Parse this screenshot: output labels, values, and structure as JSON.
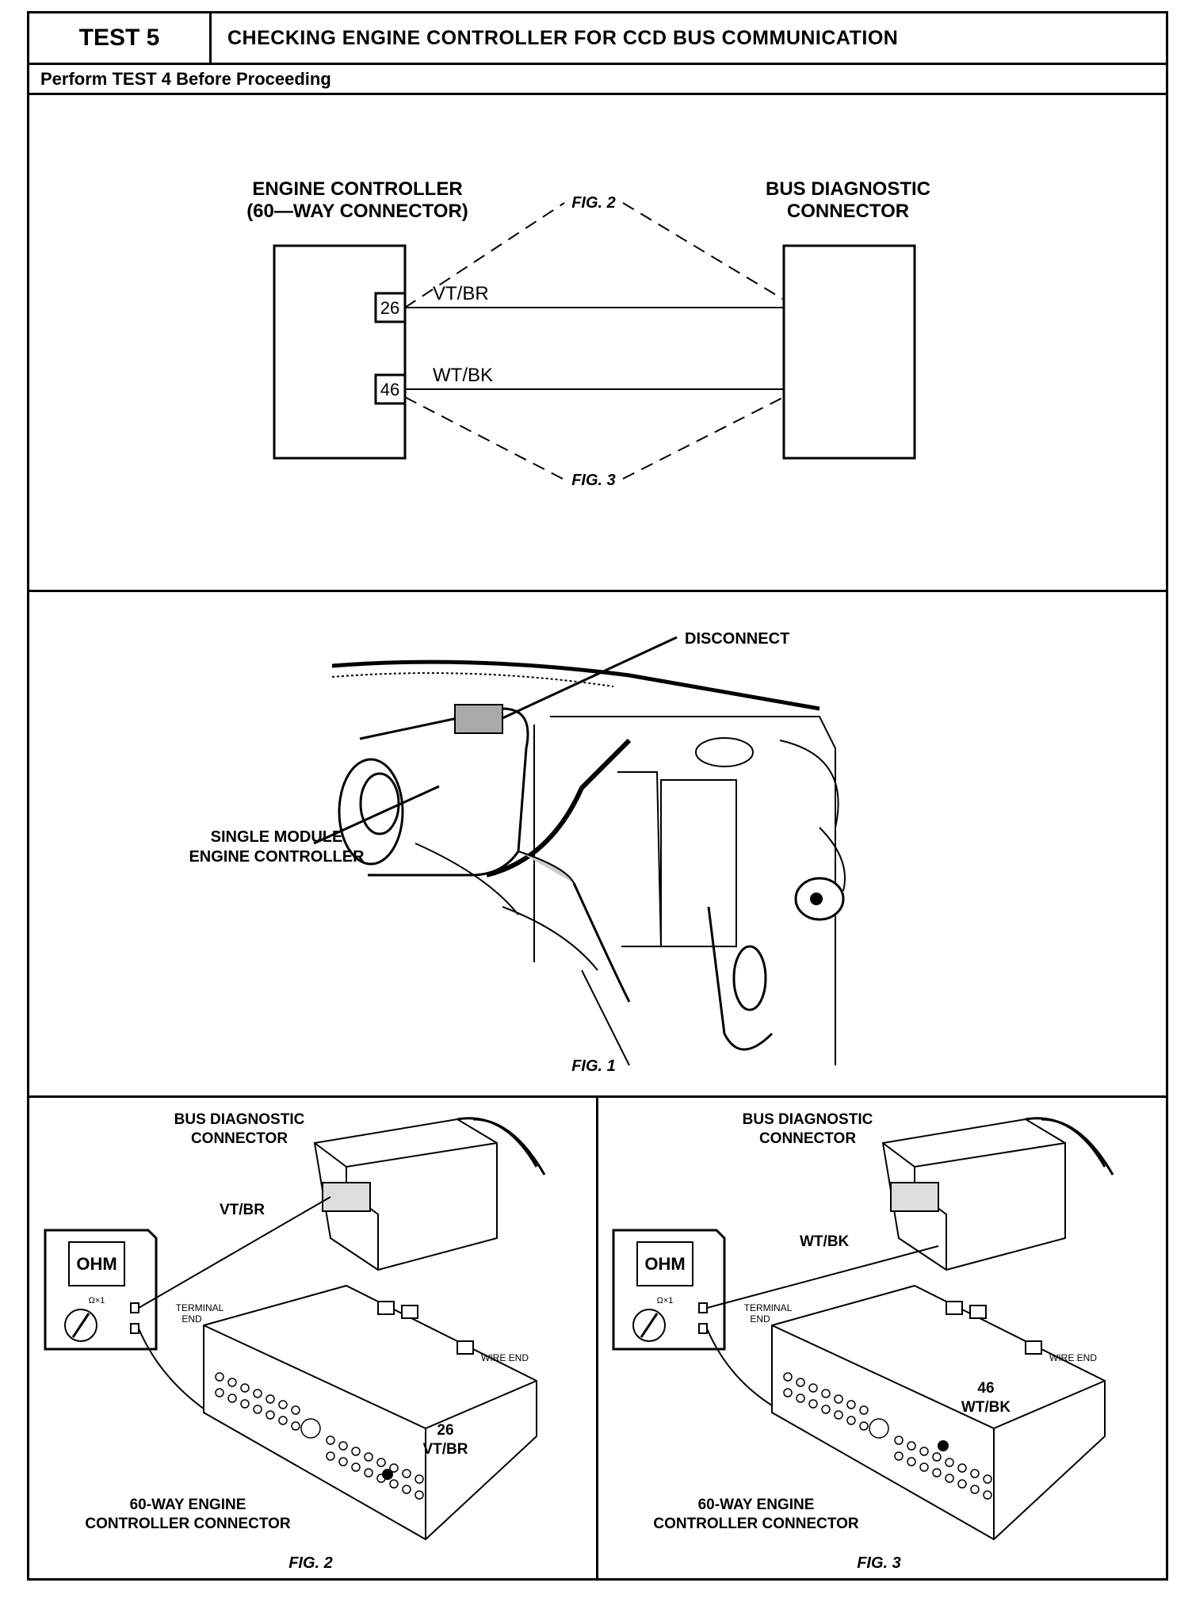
{
  "header": {
    "test_number": "TEST 5",
    "title": "CHECKING ENGINE CONTROLLER FOR CCD BUS COMMUNICATION",
    "prerequisite": "Perform TEST 4 Before Proceeding"
  },
  "schematic": {
    "left_title_1": "ENGINE CONTROLLER",
    "left_title_2": "(60—WAY CONNECTOR)",
    "right_title_1": "BUS DIAGNOSTIC",
    "right_title_2": "CONNECTOR",
    "pin_a": "26",
    "pin_b": "46",
    "wire_a": "VT/BR",
    "wire_b": "WT/BK",
    "fig_ref_top": "FIG. 2",
    "fig_ref_bottom": "FIG. 3"
  },
  "fig1": {
    "callout_disconnect": "DISCONNECT",
    "callout_module_1": "SINGLE MODULE",
    "callout_module_2": "ENGINE CONTROLLER",
    "caption": "FIG. 1"
  },
  "fig2": {
    "bus_label_1": "BUS DIAGNOSTIC",
    "bus_label_2": "CONNECTOR",
    "wire_label": "VT/BR",
    "meter_display": "OHM",
    "meter_range": "Ω×1",
    "terminal_end_1": "TERMINAL",
    "terminal_end_2": "END",
    "wire_end": "WIRE END",
    "pin_number": "26",
    "pin_wire": "VT/BR",
    "connector_label_1": "60-WAY ENGINE",
    "connector_label_2": "CONTROLLER CONNECTOR",
    "caption": "FIG. 2"
  },
  "fig3": {
    "bus_label_1": "BUS DIAGNOSTIC",
    "bus_label_2": "CONNECTOR",
    "wire_label": "WT/BK",
    "meter_display": "OHM",
    "meter_range": "Ω×1",
    "terminal_end_1": "TERMINAL",
    "terminal_end_2": "END",
    "wire_end": "WIRE END",
    "pin_number": "46",
    "pin_wire": "WT/BK",
    "connector_label_1": "60-WAY ENGINE",
    "connector_label_2": "CONTROLLER CONNECTOR",
    "caption": "FIG. 3"
  }
}
